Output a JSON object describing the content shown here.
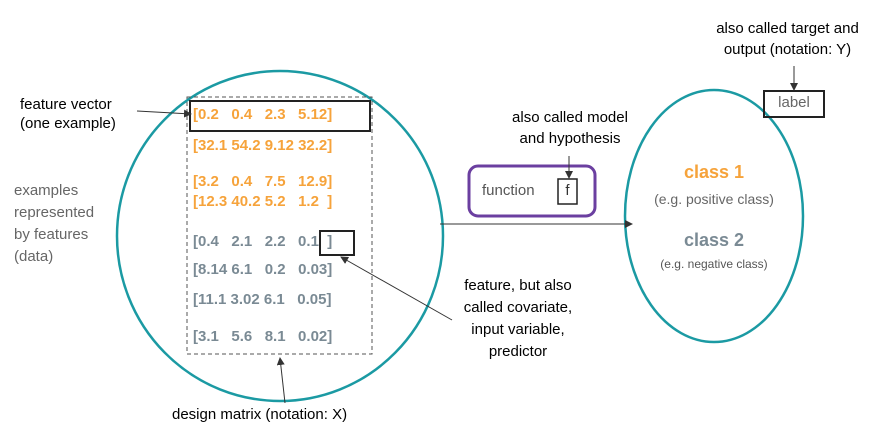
{
  "colors": {
    "ellipse": "#1b9aa3",
    "orange": "#f6a33b",
    "gray_blue": "#7a8a94",
    "function_box": "#6b3fa0",
    "label_gray": "#666666"
  },
  "labels": {
    "feature_vector": "feature vector\n(one example)",
    "examples": "examples\nrepresented\nby features\n(data)",
    "design_matrix": "design matrix (notation: X)",
    "model": "also called model\nand hypothesis",
    "function": "function",
    "f": "f",
    "target": "also called target and\noutput (notation: Y)",
    "label": "label",
    "class1": "class 1",
    "class1_example": "(e.g. positive class)",
    "class2": "class 2",
    "class2_example": "(e.g. negative class)",
    "feature_desc": "feature, but also\ncalled covariate,\ninput variable,\npredictor"
  },
  "matrix": {
    "orange_rows": [
      "[0.2   0.4   2.3   5.12]",
      "[32.1 54.2 9.12 32.2]",
      "[3.2   0.4   7.5   12.9]",
      "[12.3 40.2 5.2   1.2  ]"
    ],
    "gray_rows": [
      "[0.4   2.1   2.2   0.1  ]",
      "[8.14 6.1   0.2   0.03]",
      "[11.1 3.02 6.1   0.05]",
      "[3.1   5.6   8.1   0.02]"
    ]
  }
}
